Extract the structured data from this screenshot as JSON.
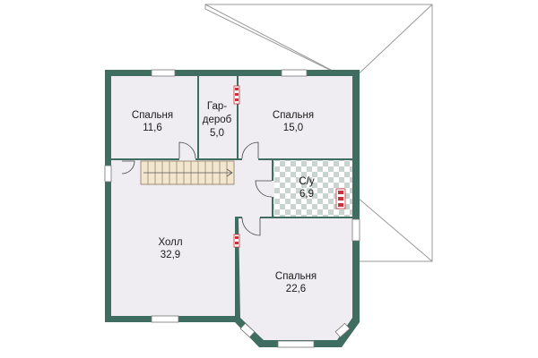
{
  "colors": {
    "wall": "#3f6e60",
    "floor": "#efedf2",
    "roof_line": "#999999",
    "tile_a": "#ffffff",
    "tile_b": "#c9d3cf",
    "door_line": "#444444",
    "heater": "#c8323a"
  },
  "rooms": {
    "bedroom_1": {
      "name": "Спальня",
      "area": "11,6"
    },
    "wardrobe": {
      "name_line1": "Гар-",
      "name_line2": "дероб",
      "area": "5,0"
    },
    "bedroom_2": {
      "name": "Спальня",
      "area": "15,0"
    },
    "bathroom": {
      "name": "С/у",
      "area": "6,9"
    },
    "hall": {
      "name": "Холл",
      "area": "32,9"
    },
    "bedroom_3": {
      "name": "Спальня",
      "area": "22,6"
    }
  },
  "icons": {
    "stairs": "stairs-icon",
    "door": "door-swing-icon",
    "window": "window-icon",
    "radiator": "radiator-icon"
  }
}
